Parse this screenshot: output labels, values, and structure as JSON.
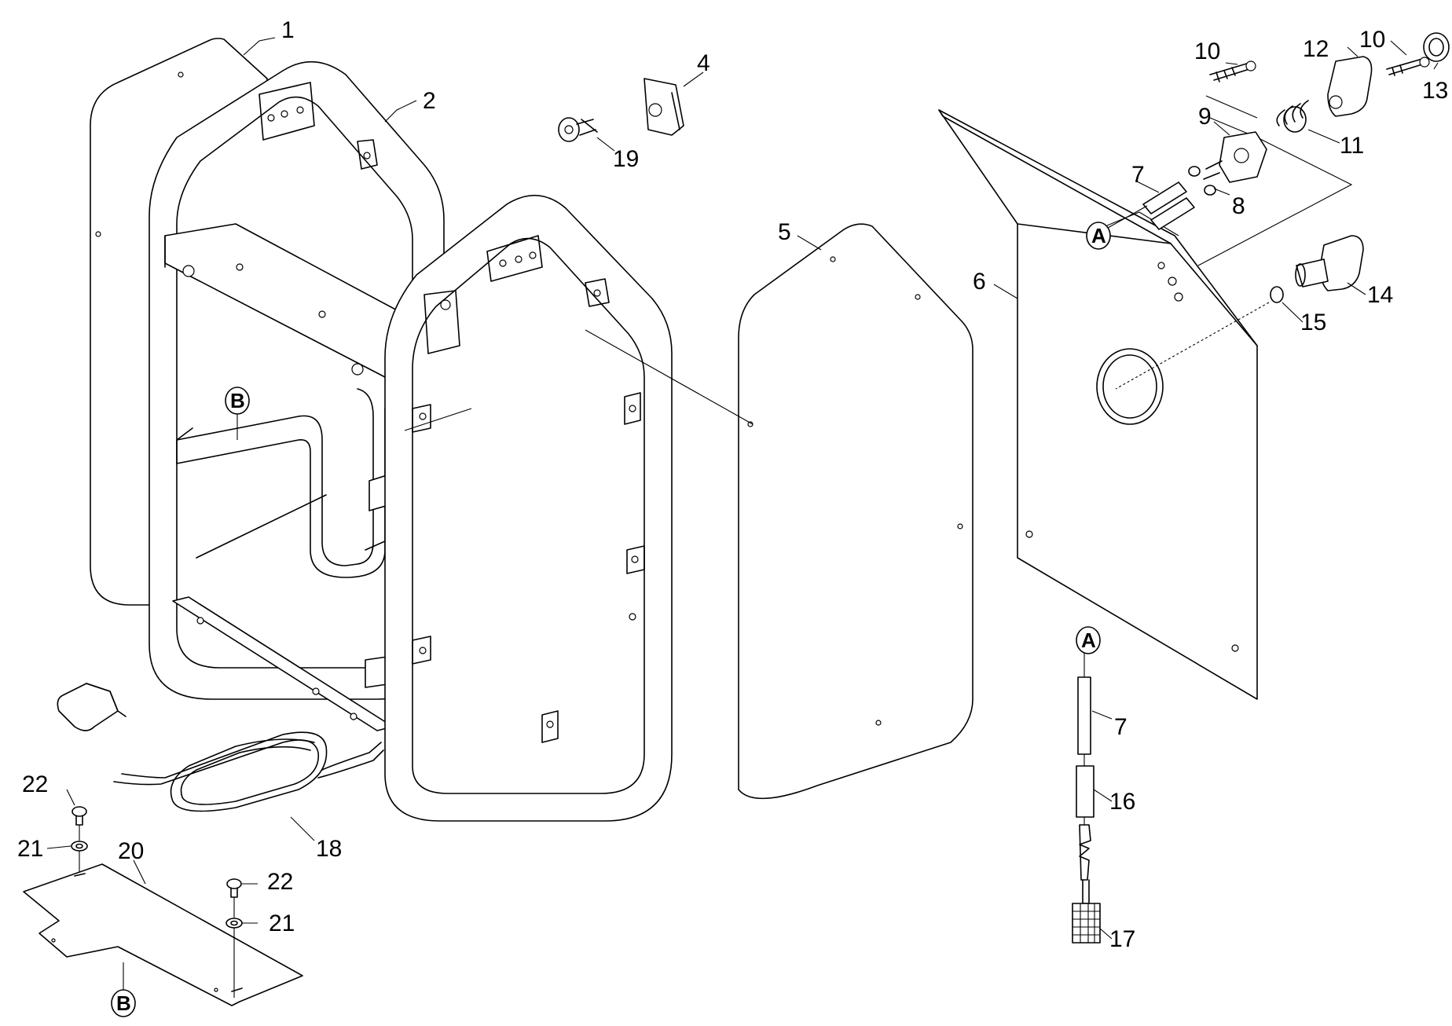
{
  "callouts": {
    "c1": "1",
    "c2": "2",
    "c4": "4",
    "c5": "5",
    "c6": "6",
    "c7a": "7",
    "c7b": "7",
    "c8": "8",
    "c9": "9",
    "c10a": "10",
    "c10b": "10",
    "c11": "11",
    "c12": "12",
    "c13": "13",
    "c14": "14",
    "c15": "15",
    "c16": "16",
    "c17": "17",
    "c18": "18",
    "c19": "19",
    "c20": "20",
    "c21a": "21",
    "c21b": "21",
    "c22a": "22",
    "c22b": "22"
  },
  "markers": {
    "a_top": "A",
    "a_bottom": "A",
    "b_top": "B",
    "b_bottom": "B"
  }
}
